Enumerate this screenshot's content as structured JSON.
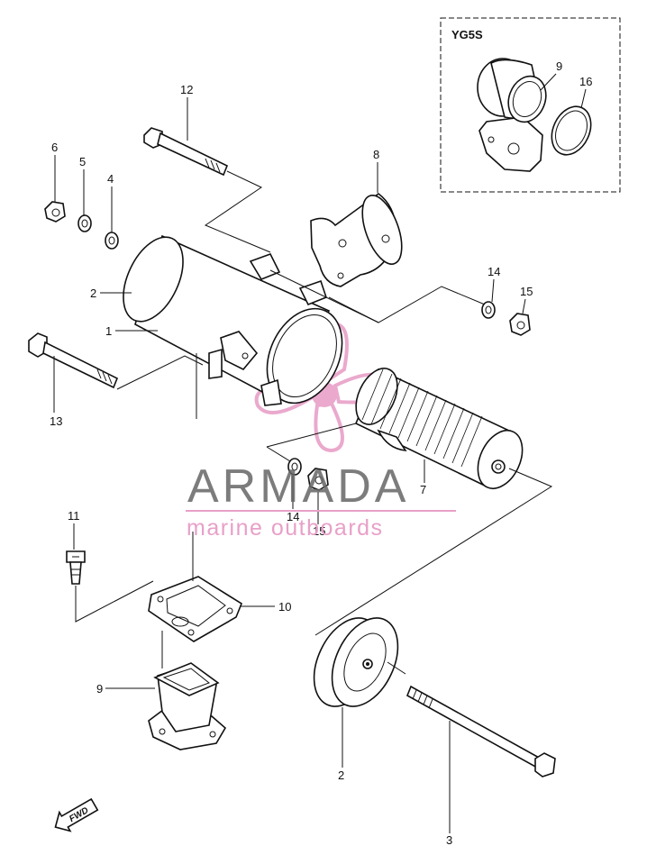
{
  "inset": {
    "title": "YG5S",
    "label_a": "9",
    "label_b": "16"
  },
  "callouts": {
    "c1": "1",
    "c2a": "2",
    "c2b": "2",
    "c3": "3",
    "c4": "4",
    "c5": "5",
    "c6": "6",
    "c7": "7",
    "c8": "8",
    "c9": "9",
    "c10": "10",
    "c11": "11",
    "c12": "12",
    "c13": "13",
    "c14a": "14",
    "c14b": "14",
    "c15a": "15",
    "c15b": "15"
  },
  "fwd_label": "FWD",
  "watermark": {
    "brand": "ARMADA",
    "tagline": "marine outboards",
    "color": "#e8a0c8"
  }
}
